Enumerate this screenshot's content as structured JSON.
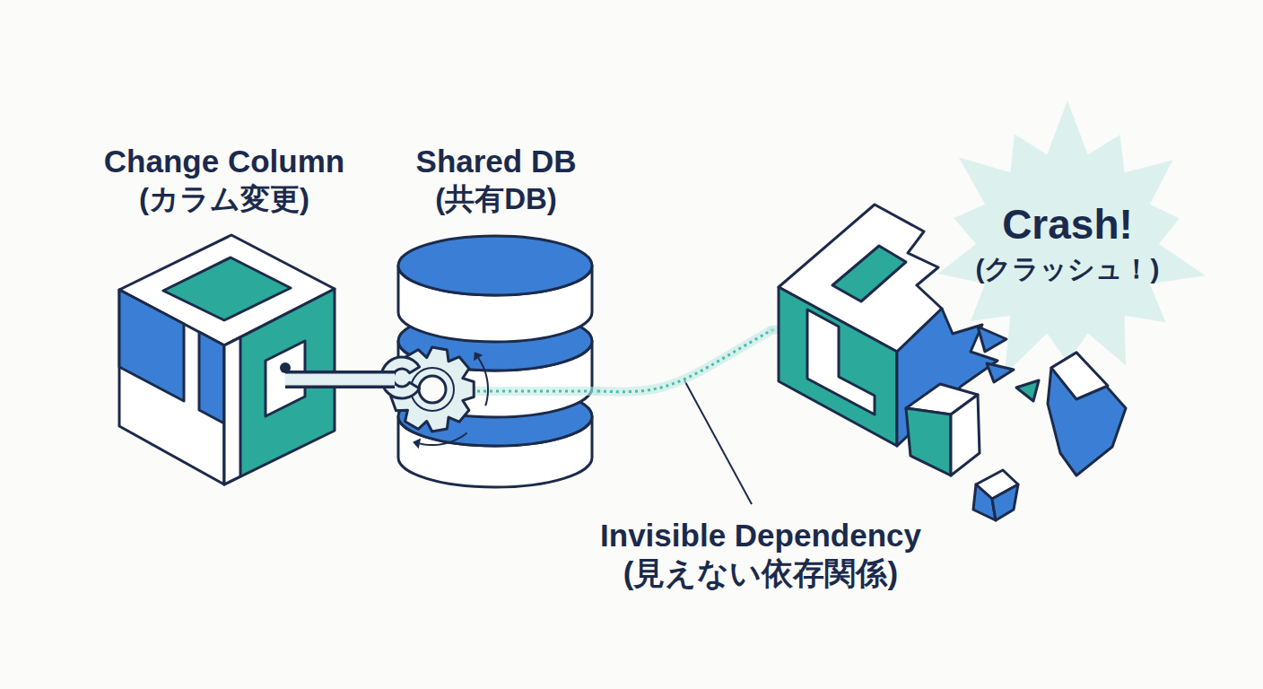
{
  "diagram": {
    "nodes": [
      {
        "text": [
          "Change Column",
          "(カラム変更)"
        ]
      },
      {
        "text": [
          "Shared DB",
          "(共有DB)"
        ]
      },
      {
        "text": [
          "Crash!",
          "(クラッシュ！)"
        ]
      }
    ],
    "edges": [
      {
        "from": 0,
        "to": 1,
        "arrow": "none"
      },
      {
        "from": 1,
        "to": 2,
        "label": "Invisible Dependency (見えない依存関係)",
        "arrow": "none"
      }
    ]
  }
}
